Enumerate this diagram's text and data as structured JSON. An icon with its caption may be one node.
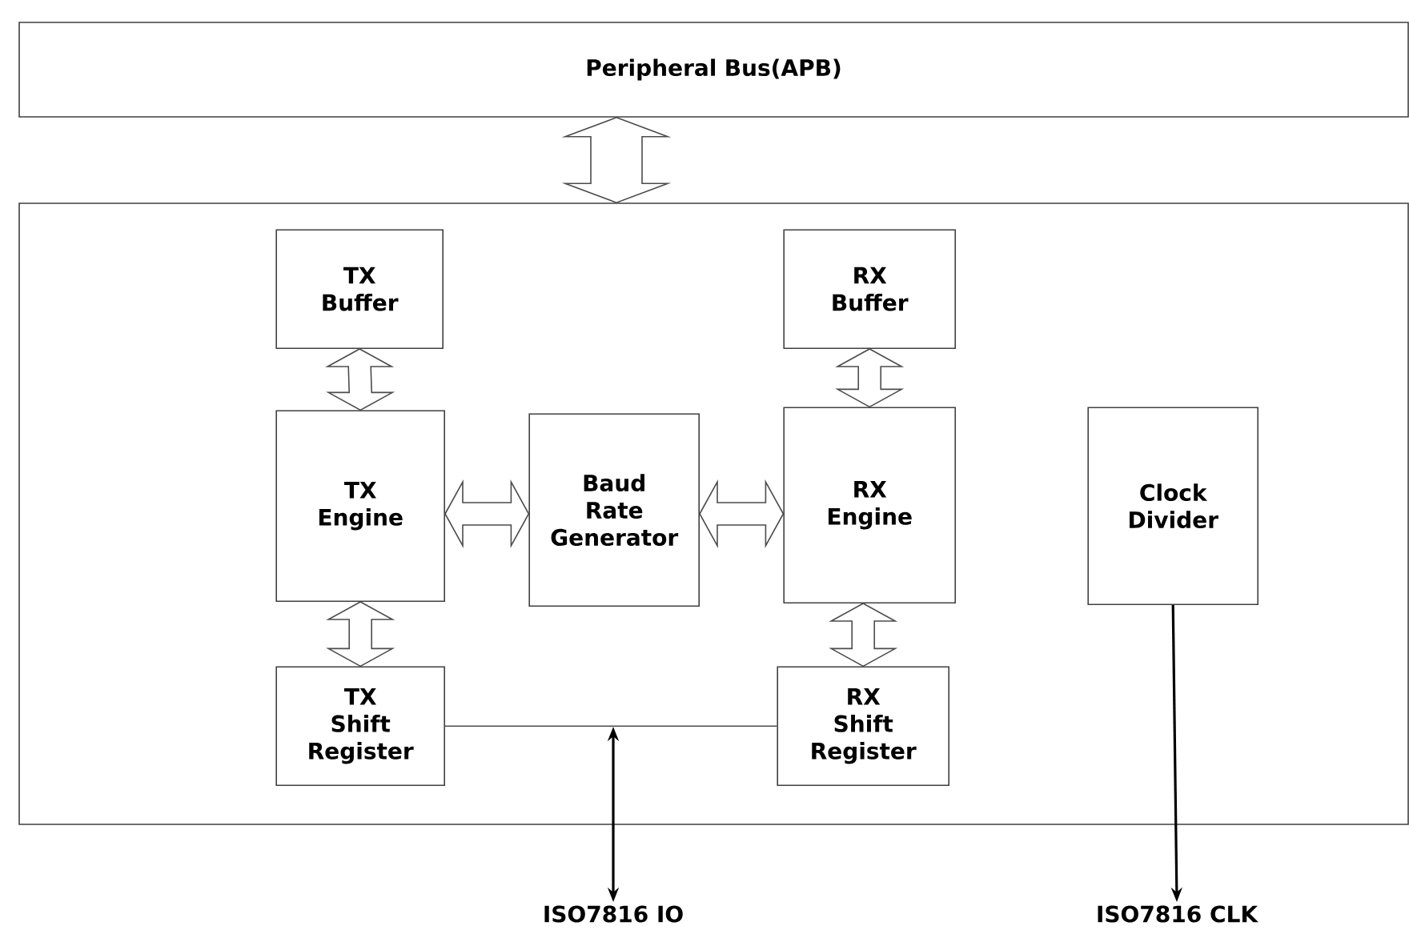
{
  "diagram": {
    "nodes": [
      {
        "text": [
          "Peripheral Bus(APB)"
        ]
      },
      {
        "text": [],
        "shape": "box"
      },
      {
        "text": [
          "TX Buffer"
        ],
        "in": 1
      },
      {
        "text": [
          "RX Buffer"
        ],
        "in": 1
      },
      {
        "text": [
          "TX Engine"
        ],
        "in": 1
      },
      {
        "text": [
          "Baud Rate Generator"
        ],
        "in": 1
      },
      {
        "text": [
          "RX Engine"
        ],
        "in": 1
      },
      {
        "text": [
          "Clock Divider"
        ],
        "in": 1
      },
      {
        "text": [
          "TX Shift Register"
        ],
        "in": 1
      },
      {
        "text": [
          "RX Shift Register"
        ],
        "in": 1
      },
      {
        "text": [
          "ISO7816 IO"
        ]
      },
      {
        "text": [
          "ISO7816 CLK"
        ]
      }
    ],
    "edges": [
      {
        "from": 0,
        "to": 1,
        "arrow": "both"
      },
      {
        "from": 2,
        "to": 4,
        "arrow": "both"
      },
      {
        "from": 3,
        "to": 6,
        "arrow": "both"
      },
      {
        "from": 4,
        "to": 5,
        "arrow": "both"
      },
      {
        "from": 5,
        "to": 6,
        "arrow": "both"
      },
      {
        "from": 4,
        "to": 8,
        "arrow": "both"
      },
      {
        "from": 6,
        "to": 9,
        "arrow": "both"
      },
      {
        "from": 8,
        "to": 9,
        "arrow": "none"
      },
      {
        "from": null,
        "to": 10,
        "arrow": "both",
        "color": "#000000"
      },
      {
        "from": 7,
        "to": 11,
        "arrow": "to",
        "color": "#000000"
      }
    ]
  }
}
